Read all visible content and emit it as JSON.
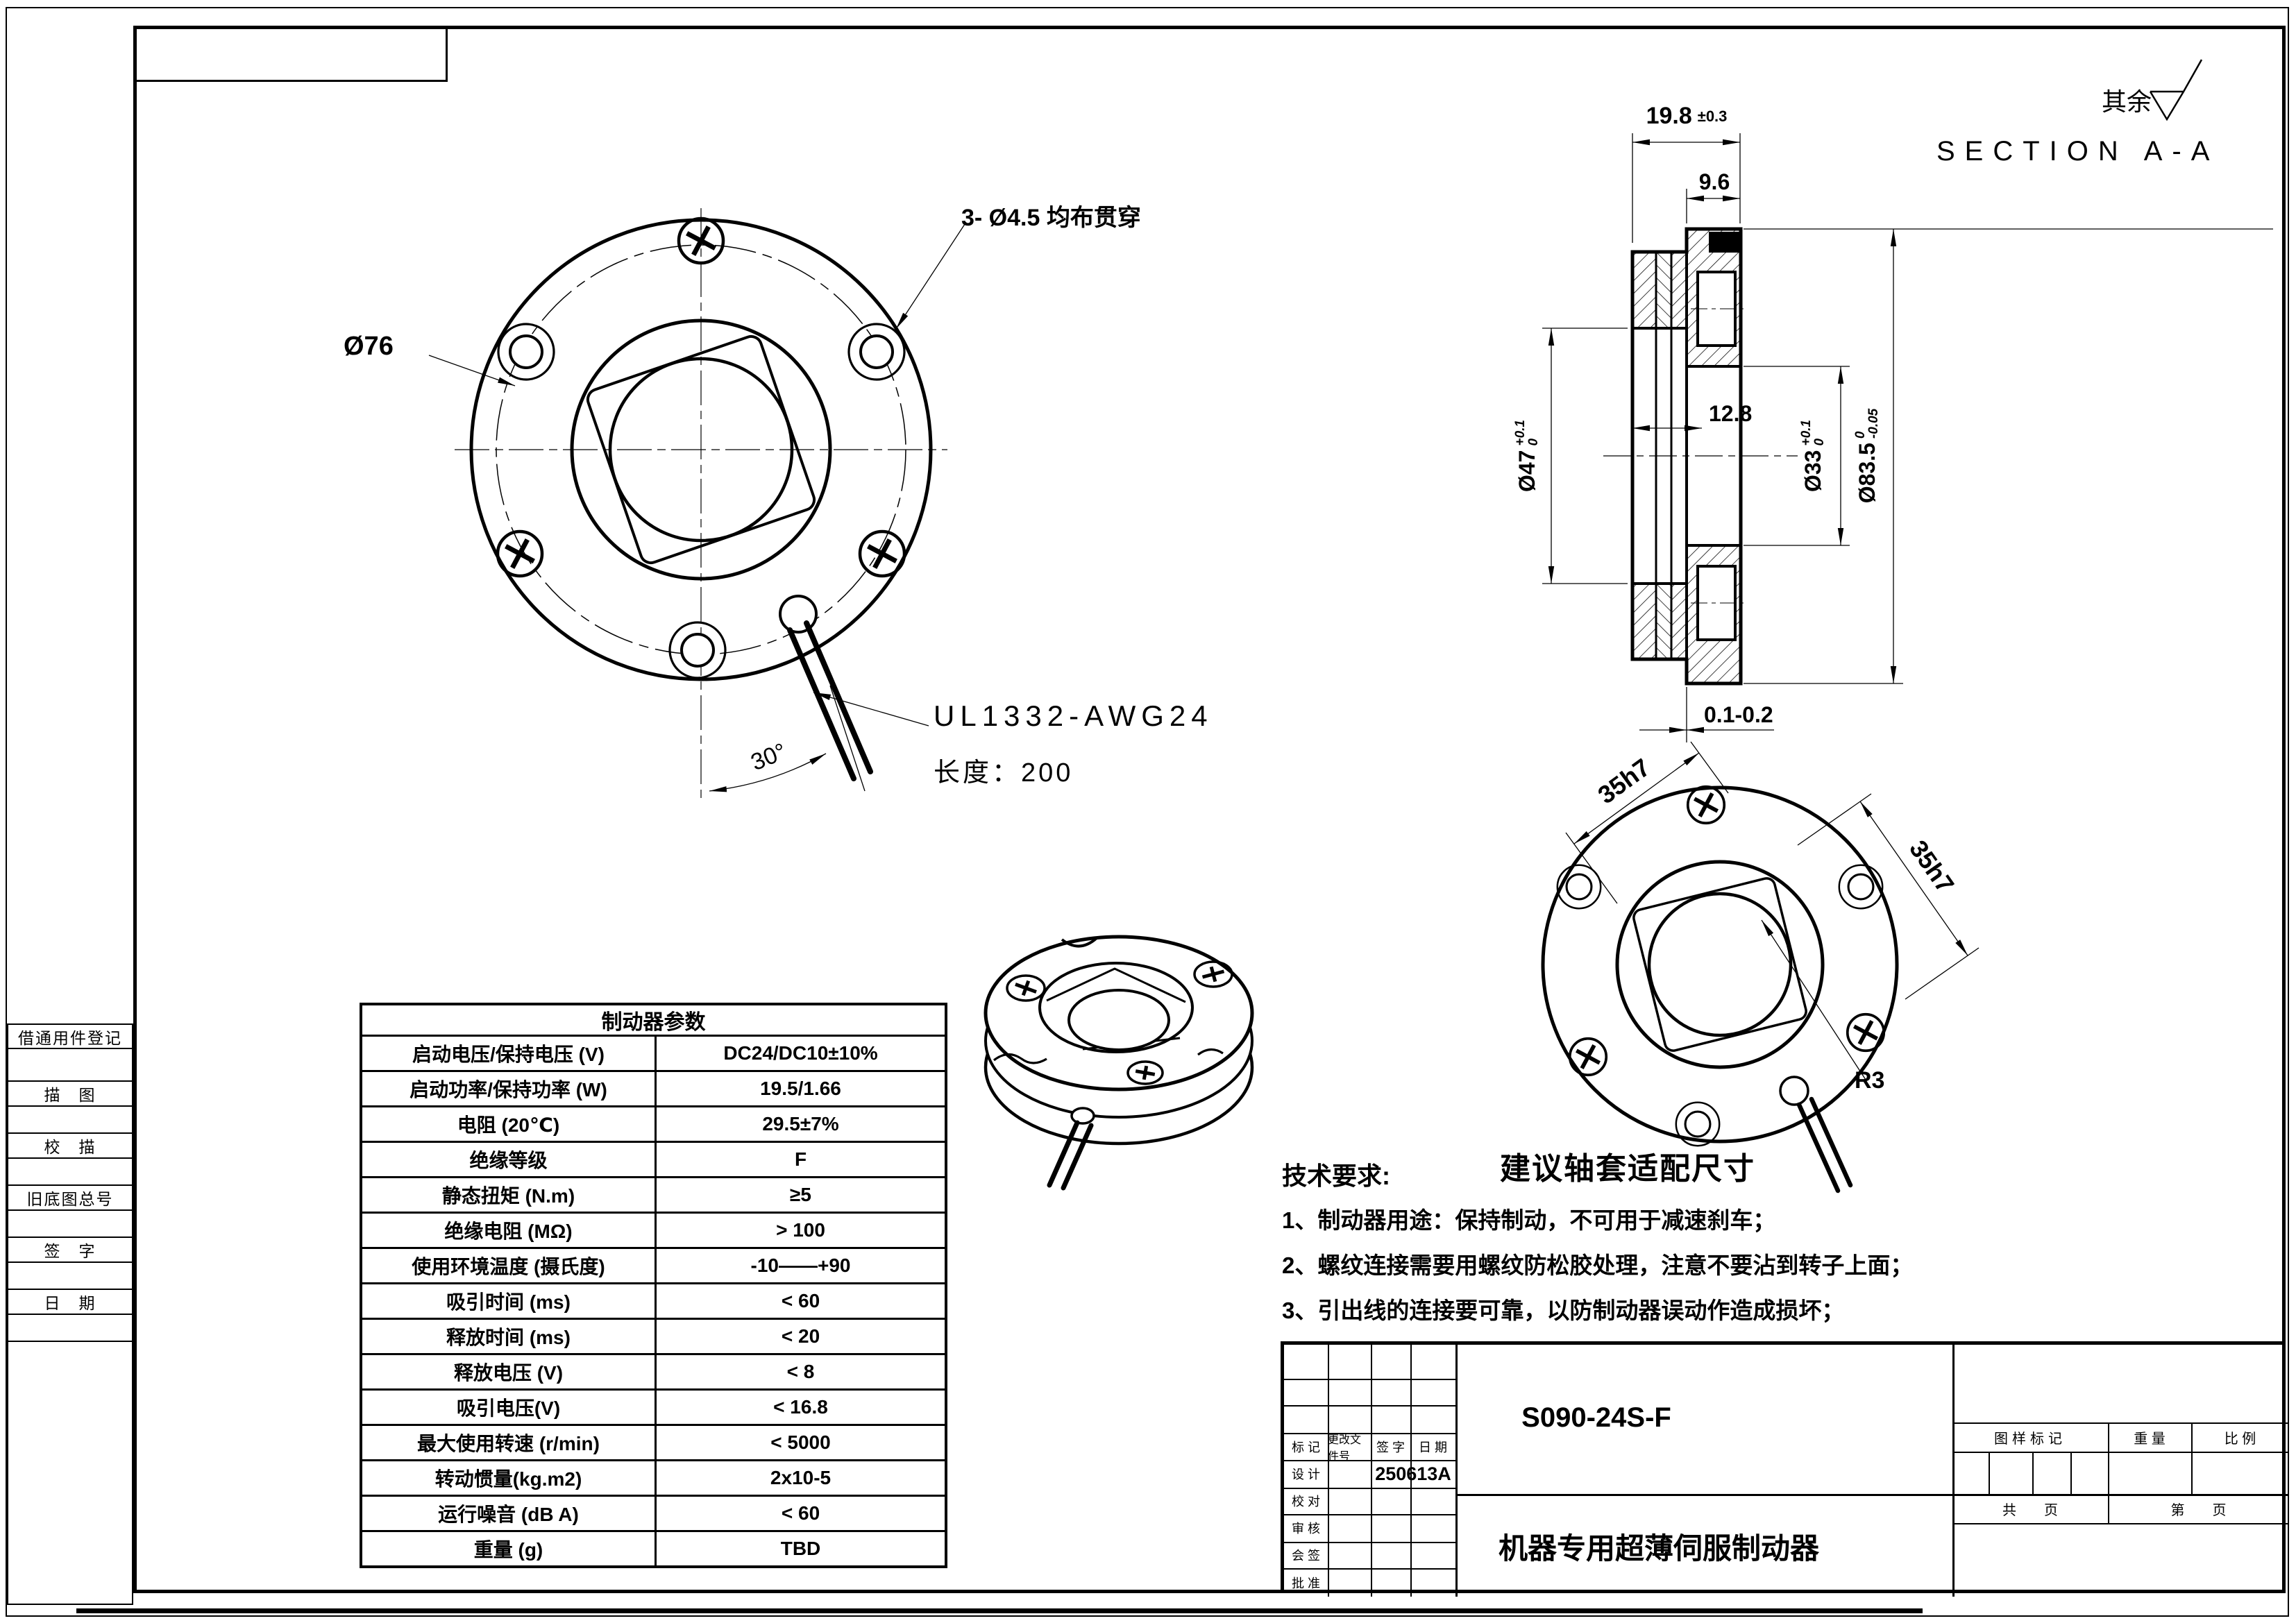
{
  "corner": {
    "rest": "其余",
    "section_title": "SECTION A-A"
  },
  "front": {
    "dia": "Ø76",
    "holes": "3- Ø4.5 均布贯穿",
    "wire": "UL1332-AWG24",
    "length": "长度：200",
    "angle": "30°"
  },
  "section": {
    "w": "19.8",
    "w_tol": "±0.3",
    "flange_w": "9.6",
    "hub_w": "12.8",
    "d47": "Ø47",
    "d47_up": "+0.1",
    "d47_lo": "0",
    "d33": "Ø33",
    "d33_up": "+0.1",
    "d33_lo": "0",
    "d835": "Ø83.5",
    "d835_up": "0",
    "d835_lo": "-0.05",
    "gap": "0.1-0.2"
  },
  "hub": {
    "title": "建议轴套适配尺寸",
    "sq": "35h7",
    "r": "R3"
  },
  "tech": {
    "title": "技术要求:",
    "line1": "1、制动器用途：保持制动，不可用于减速刹车；",
    "line2": "2、螺纹连接需要用螺纹防松胶处理，注意不要沾到转子上面；",
    "line3": "3、引出线的连接要可靠，以防制动器误动作造成损坏；"
  },
  "table": {
    "title": "制动器参数",
    "rows": [
      {
        "l": "启动电压/保持电压 (V)",
        "v": "DC24/DC10±10%"
      },
      {
        "l": "启动功率/保持功率 (W)",
        "v": "19.5/1.66"
      },
      {
        "l": "电阻 (20℃)",
        "v": "29.5±7%"
      },
      {
        "l": "绝缘等级",
        "v": "F"
      },
      {
        "l": "静态扭矩 (N.m)",
        "v": "≥5"
      },
      {
        "l": "绝缘电阻 (MΩ)",
        "v": "> 100"
      },
      {
        "l": "使用环境温度 (摄氏度)",
        "v": "-10——+90"
      },
      {
        "l": "吸引时间 (ms)",
        "v": "< 60"
      },
      {
        "l": "释放时间 (ms)",
        "v": "< 20"
      },
      {
        "l": "释放电压 (V)",
        "v": "< 8"
      },
      {
        "l": "吸引电压(V)",
        "v": "< 16.8"
      },
      {
        "l": "最大使用转速 (r/min)",
        "v": "< 5000"
      },
      {
        "l": "转动惯量(kg.m2)",
        "v": "2x10-5"
      },
      {
        "l": "运行噪音 (dB A)",
        "v": "< 60"
      },
      {
        "l": "重量 (g)",
        "v": "TBD"
      }
    ]
  },
  "tb": {
    "c1": "标 记",
    "c2": "更改文件号",
    "c3": "签  字",
    "c4": "日  期",
    "r1": "设  计",
    "r2": "校  对",
    "r3": "审  核",
    "r4": "会  签",
    "r5": "批  准",
    "date": "250613A",
    "model": "S090-24S-F",
    "name": "机器专用超薄伺服制动器",
    "mark": "图样标记",
    "weight": "重  量",
    "scale": "比  例",
    "total": "共　　页",
    "page": "第　　页"
  },
  "sidebar": {
    "s1": "借通用件登记",
    "s2": "描　图",
    "s3": "校　描",
    "s4": "旧底图总号",
    "s5": "签　字",
    "s6": "日　期"
  }
}
